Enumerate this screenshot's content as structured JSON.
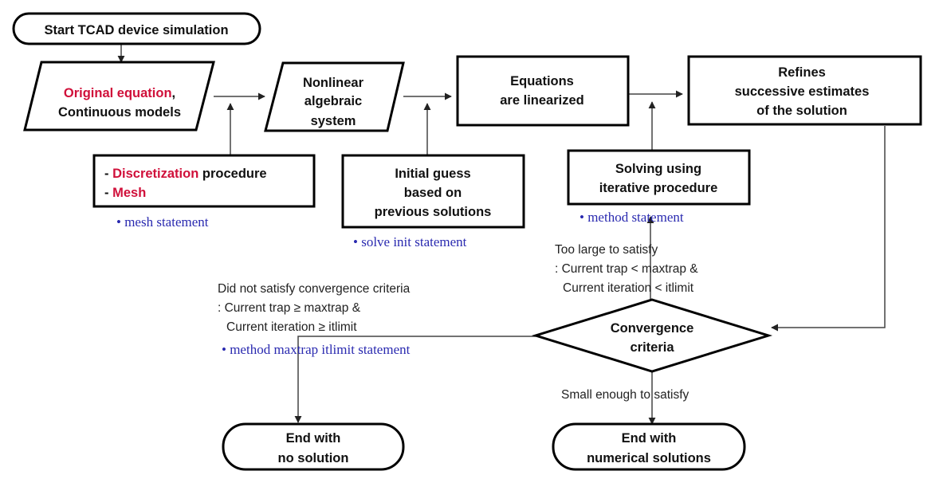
{
  "start": {
    "label": "Start TCAD device simulation"
  },
  "original": {
    "red": "Original equation",
    "black": ",",
    "line2": "Continuous models"
  },
  "nonlinear": {
    "line1": "Nonlinear",
    "line2": "algebraic",
    "line3": "system"
  },
  "linearized": {
    "line1": "Equations",
    "line2": "are linearized"
  },
  "refines": {
    "line1": "Refines",
    "line2": "successive estimates",
    "line3": "of the solution"
  },
  "discretization": {
    "dash1": "- ",
    "red1": "Discretization",
    "rest1": " procedure",
    "dash2": "- ",
    "red2": "Mesh",
    "note": "• mesh statement"
  },
  "initial_guess": {
    "line1": "Initial guess",
    "line2": "based on",
    "line3": "previous solutions",
    "note": "• solve init statement"
  },
  "solving": {
    "line1": "Solving using",
    "line2": "iterative procedure",
    "note": "• method statement"
  },
  "too_large": {
    "line1": "Too large to satisfy",
    "line2": ": Current trap < maxtrap &",
    "line3": "Current iteration < itlimit"
  },
  "not_satisfy": {
    "line1": "Did not satisfy convergence criteria",
    "line2": ": Current trap ≥ maxtrap &",
    "line3": "Current iteration ≥ itlimit",
    "note": "• method maxtrap itlimit statement"
  },
  "convergence": {
    "line1": "Convergence",
    "line2": "criteria"
  },
  "small_enough": {
    "label": "Small enough to satisfy"
  },
  "end_no": {
    "line1": "End with",
    "line2": "no solution"
  },
  "end_num": {
    "line1": "End with",
    "line2": "numerical solutions"
  }
}
